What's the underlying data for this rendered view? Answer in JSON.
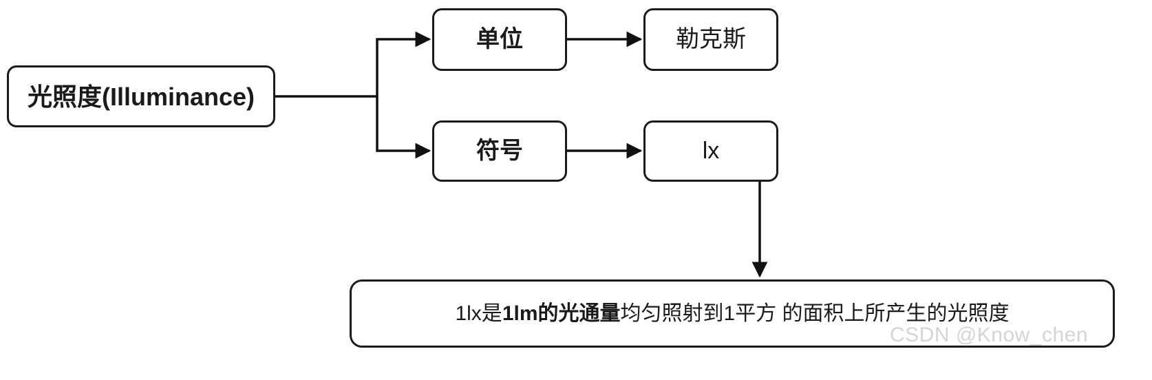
{
  "diagram": {
    "title_node": {
      "label": "光照度(Illuminance)"
    },
    "branches": [
      {
        "key_label": "单位",
        "value_label": "勒克斯"
      },
      {
        "key_label": "符号",
        "value_label": "lx"
      }
    ],
    "definition": {
      "segments": [
        {
          "text": "1lx是",
          "bold": false
        },
        {
          "text": "1lm的光通量",
          "bold": true
        },
        {
          "text": "均匀照射到1平方 的面积上所产生的光照度",
          "bold": false
        }
      ],
      "full_text": "1lx是1lm的光通量均匀照射到1平方 的面积上所产生的光照度"
    },
    "colors": {
      "stroke": "#1a1a1a",
      "background": "#ffffff",
      "watermark": "#d2d4d8"
    }
  },
  "watermark": {
    "text": "CSDN @Know_chen"
  }
}
